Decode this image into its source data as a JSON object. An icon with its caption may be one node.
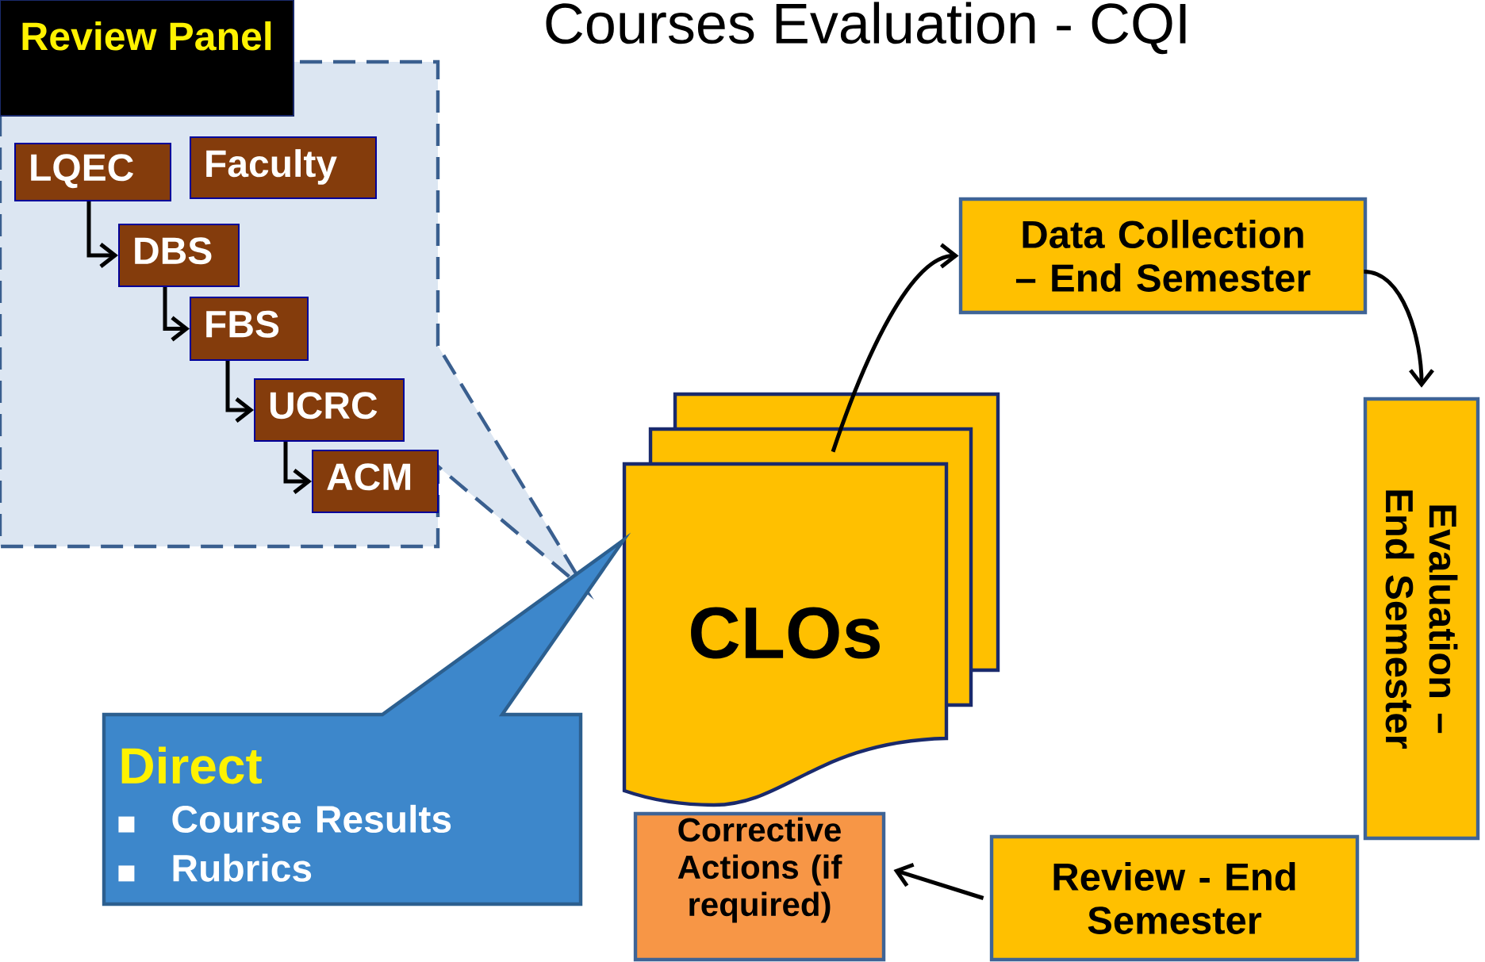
{
  "diagram": {
    "title": "Courses Evaluation - CQI",
    "nodes": [
      {
        "text": [
          "Review Panel"
        ]
      },
      {
        "text": [
          "LQEC"
        ],
        "in": 0
      },
      {
        "text": [
          "Faculty"
        ],
        "in": 0
      },
      {
        "text": [
          "DBS"
        ],
        "in": 0
      },
      {
        "text": [
          "FBS"
        ],
        "in": 0
      },
      {
        "text": [
          "UCRC"
        ],
        "in": 0
      },
      {
        "text": [
          "ACM"
        ],
        "in": 0
      },
      {
        "text": [
          "Data Collection – End Semester"
        ]
      },
      {
        "text": [
          "CLOs"
        ]
      },
      {
        "text": [
          "Evaluation – End Semester"
        ]
      },
      {
        "text": [
          "Direct",
          "Course Results",
          "Rubrics"
        ]
      },
      {
        "text": [
          "Corrective Actions (if required)"
        ]
      },
      {
        "text": [
          "Review - End Semester"
        ]
      }
    ],
    "edges": [
      {
        "from": 1,
        "to": 3,
        "arrow": "to"
      },
      {
        "from": 3,
        "to": 4,
        "arrow": "to"
      },
      {
        "from": 4,
        "to": 5,
        "arrow": "to"
      },
      {
        "from": 5,
        "to": 6,
        "arrow": "to"
      },
      {
        "from": 8,
        "to": 7,
        "arrow": "to"
      },
      {
        "from": 7,
        "to": 9,
        "arrow": "to"
      },
      {
        "from": 12,
        "to": 11,
        "arrow": "to"
      }
    ]
  }
}
